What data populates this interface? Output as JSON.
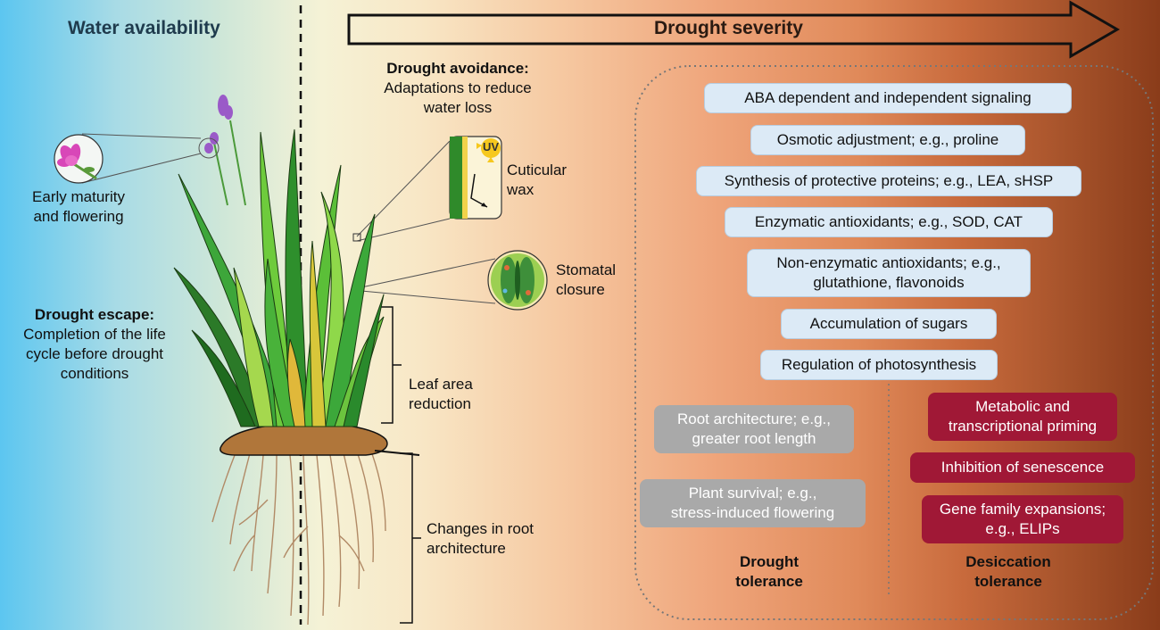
{
  "header": {
    "water_availability": "Water availability",
    "drought_severity": "Drought severity"
  },
  "escape": {
    "early_maturity": "Early maturity",
    "and_flowering": "and flowering",
    "title": "Drought escape:",
    "line1": "Completion of the life",
    "line2": "cycle before drought",
    "line3": "conditions"
  },
  "avoidance": {
    "title": "Drought avoidance:",
    "line1": "Adaptations to reduce",
    "line2": "water loss",
    "uv": "UV",
    "cuticular": "Cuticular",
    "wax": "wax",
    "stomatal": "Stomatal",
    "closure": "closure",
    "leaf_area": "Leaf area",
    "reduction": "reduction",
    "root_changes": "Changes in root",
    "root_architecture": "architecture"
  },
  "tolerance": {
    "shared": [
      {
        "lines": [
          "ABA dependent and independent signaling"
        ]
      },
      {
        "lines": [
          "Osmotic adjustment; e.g., proline"
        ]
      },
      {
        "lines": [
          "Synthesis of protective proteins; e.g., LEA, sHSP"
        ]
      },
      {
        "lines": [
          "Enzymatic antioxidants; e.g., SOD, CAT"
        ]
      },
      {
        "lines": [
          "Non-enzymatic antioxidants; e.g.,",
          "glutathione, flavonoids"
        ]
      },
      {
        "lines": [
          "Accumulation of sugars"
        ]
      },
      {
        "lines": [
          "Regulation of photosynthesis"
        ]
      }
    ],
    "drought_only": [
      {
        "lines": [
          "Root architecture; e.g.,",
          "greater root length"
        ]
      },
      {
        "lines": [
          "Plant survival; e.g.,",
          "stress-induced flowering"
        ]
      }
    ],
    "desiccation_only": [
      {
        "lines": [
          "Metabolic and",
          "transcriptional priming"
        ]
      },
      {
        "lines": [
          "Inhibition of senescence"
        ]
      },
      {
        "lines": [
          "Gene family expansions;",
          "e.g., ELIPs"
        ]
      }
    ],
    "drought_tolerance": [
      "Drought",
      "tolerance"
    ],
    "desiccation_tolerance": [
      "Desiccation",
      "tolerance"
    ]
  },
  "colors": {
    "shared_box": "#dceaf6",
    "drought_box": "#a9a9a9",
    "desiccation_box": "#a01836"
  }
}
